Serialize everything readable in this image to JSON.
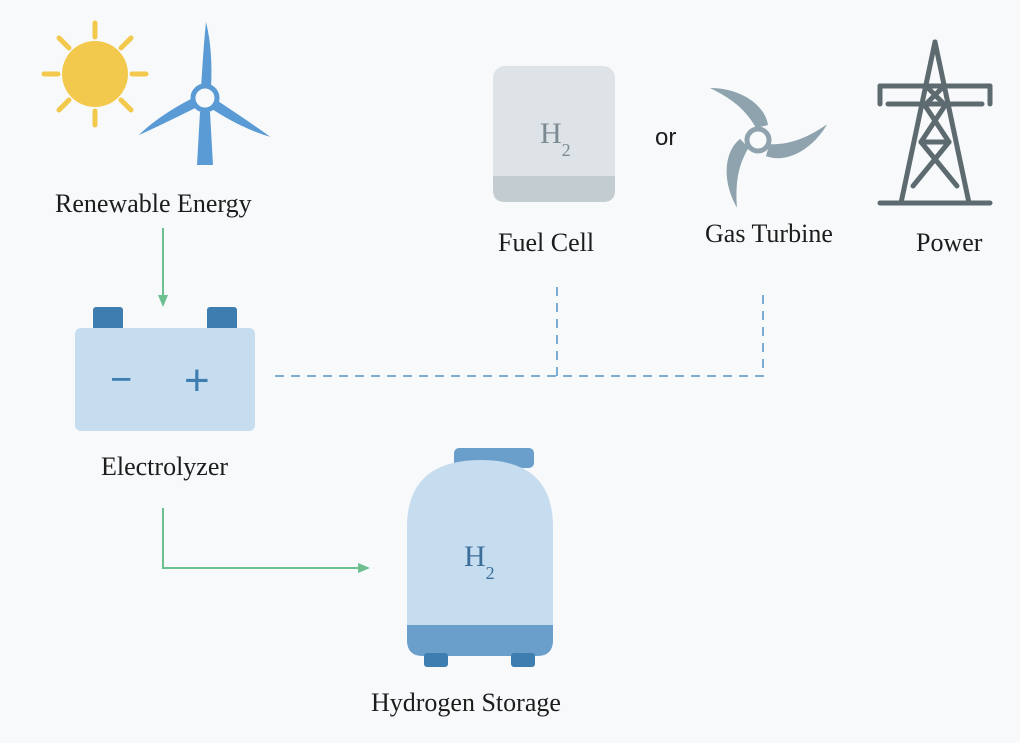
{
  "labels": {
    "renewable": "Renewable Energy",
    "electrolyzer": "Electrolyzer",
    "storage": "Hydrogen Storage",
    "fuel_cell": "Fuel Cell",
    "gas_turbine": "Gas Turbine",
    "power": "Power",
    "or_word": "or"
  },
  "symbols": {
    "minus": "−",
    "plus": "+",
    "fuel_cell_main": "H",
    "fuel_cell_sub": "2",
    "tank_main": "H",
    "tank_sub": "2"
  },
  "icons": {
    "sun": "sun-icon",
    "wind": "wind-turbine-icon",
    "electrolyzer": "battery-icon",
    "tank": "hydrogen-tank-icon",
    "fuel_cell": "fuel-cell-icon",
    "gas_turbine": "gas-turbine-icon",
    "power": "power-tower-icon"
  },
  "colors": {
    "background": "#f7f9fa",
    "sun": "#f2c94c",
    "wind": "#5b9bd5",
    "flow_arrow": "#6cc08f",
    "dashed_link": "#7aaed3",
    "battery_body": "#c6dcef",
    "battery_terminal": "#3e7db0",
    "tank_body": "#c6dcef",
    "tank_base": "#6a9fcc",
    "fuel_cell": "#dde3e6",
    "turbine": "#8ea3ad",
    "tower": "#5d6b70",
    "symbol_text": "#3e6f9a"
  }
}
